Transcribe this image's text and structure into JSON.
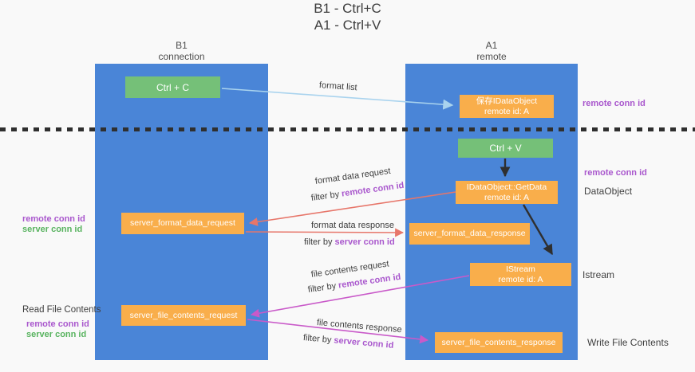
{
  "title": {
    "line1": "B1 - Ctrl+C",
    "line2": "A1 - Ctrl+V"
  },
  "lanes": {
    "b1": {
      "name": "B1",
      "subtitle": "connection"
    },
    "a1": {
      "name": "A1",
      "subtitle": "remote"
    }
  },
  "nodes": {
    "ctrl_c": {
      "label": "Ctrl + C"
    },
    "ctrl_v": {
      "label": "Ctrl + V"
    },
    "save_dataobject": {
      "line1": "保存IDataObject",
      "line2": "remote id: A"
    },
    "getdata": {
      "line1": "IDataObject::GetData",
      "line2": "remote id: A"
    },
    "istream": {
      "line1": "IStream",
      "line2": "remote id: A"
    },
    "server_format_data_request": {
      "label": "server_format_data_request"
    },
    "server_format_data_response": {
      "label": "server_format_data_response"
    },
    "server_file_contents_request": {
      "label": "server_file_contents_request"
    },
    "server_file_contents_response": {
      "label": "server_file_contents_response"
    }
  },
  "side_labels": {
    "remote_conn_id": "remote conn id",
    "server_conn_id": "server conn id",
    "dataobject": "DataObject",
    "istream": "Istream",
    "read_file_contents": "Read File Contents",
    "write_file_contents": "Write File Contents"
  },
  "arrow_labels": {
    "format_list": "format list",
    "format_data_request": "format data request",
    "format_data_response": "format data response",
    "file_contents_request": "file contents request",
    "file_contents_response": "file contents response",
    "filter_by": "filter by ",
    "remote_conn_id": "remote conn id",
    "server_conn_id": "server conn id"
  },
  "colors": {
    "lane_blue": "#4a85d7",
    "box_green": "#75c078",
    "box_orange": "#f9ae4b",
    "label_purple": "#a957cd",
    "label_green": "#58b35f",
    "arrow_red": "#e7766a",
    "arrow_magenta": "#c95ac9",
    "arrow_blue": "#a9d3ee",
    "arrow_black": "#2f2f2f"
  }
}
